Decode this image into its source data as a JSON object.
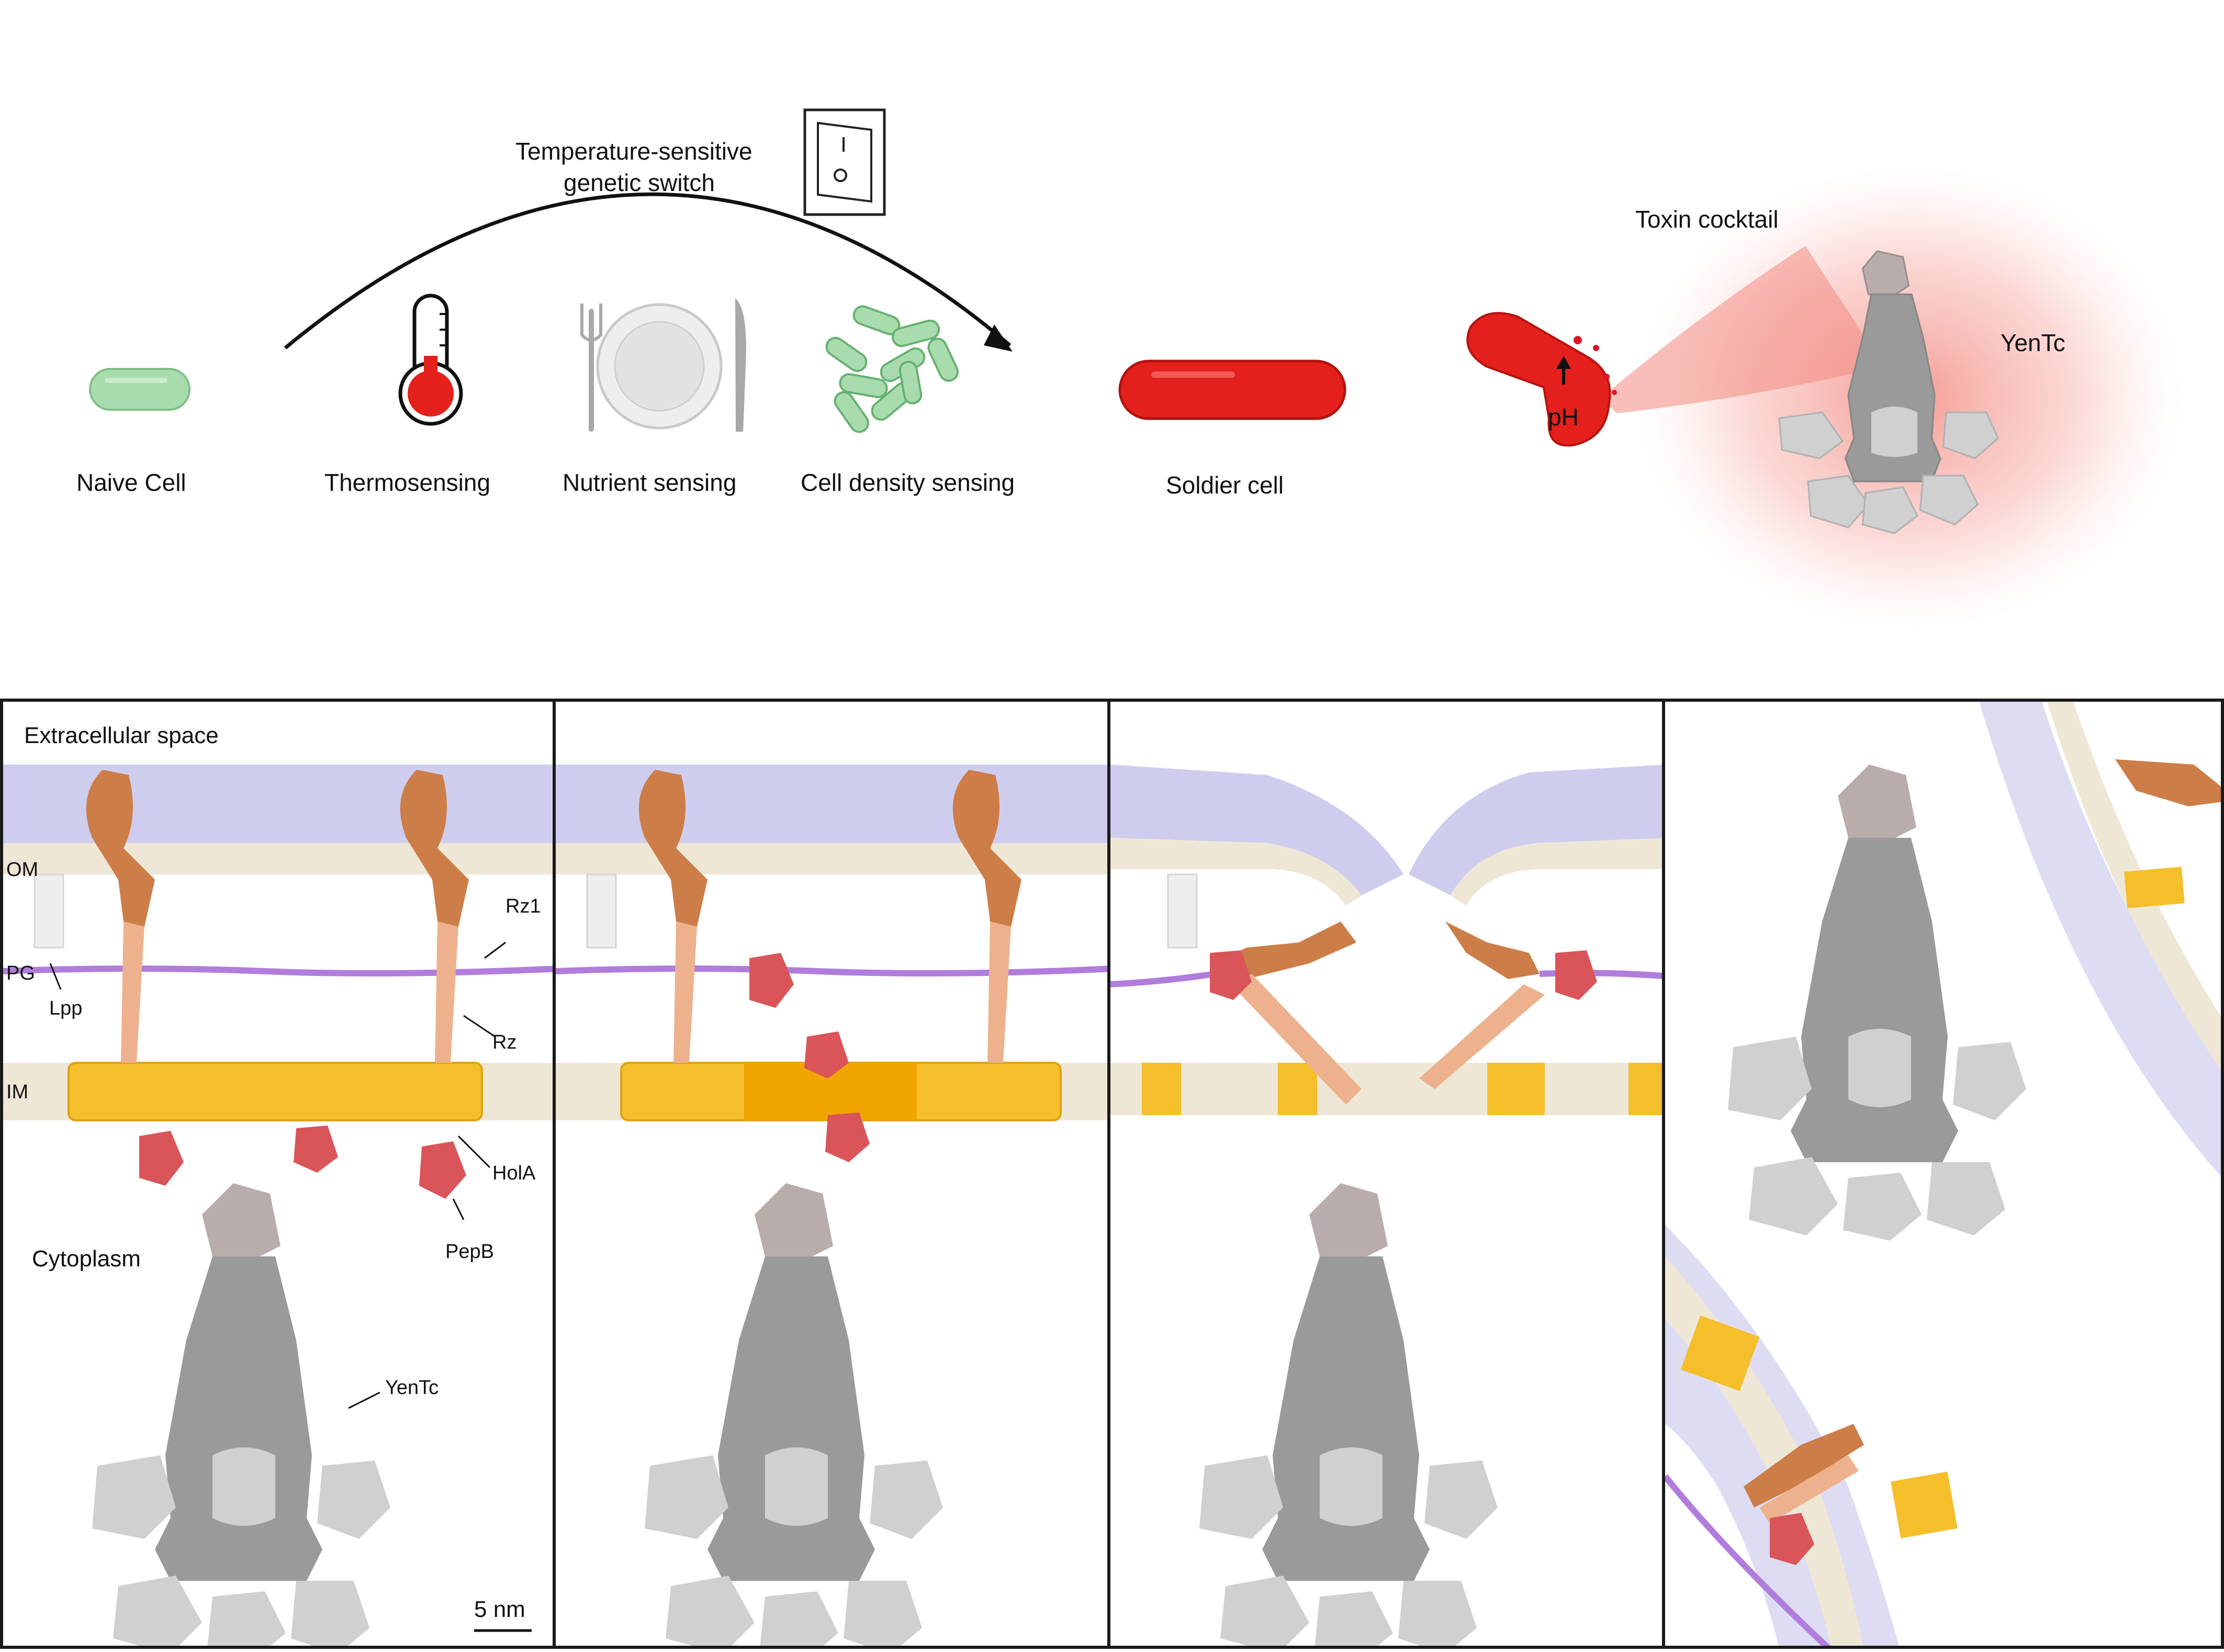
{
  "top": {
    "switch_label_line1": "Temperature-sensitive",
    "switch_label_line2": "genetic switch",
    "switch_icon_text": "I",
    "stages": [
      "Naive Cell",
      "Thermosensing",
      "Nutrient sensing",
      "Cell density sensing",
      "Soldier cell"
    ],
    "toxin_label": "Toxin cocktail",
    "yentc_label": "YenTc",
    "ph_label": "pH"
  },
  "bottom": {
    "extracellular": "Extracellular space",
    "cytoplasm": "Cytoplasm",
    "om": "OM",
    "pg": "PG",
    "im": "IM",
    "lpp": "Lpp",
    "rz1": "Rz1",
    "rz": "Rz",
    "hola": "HolA",
    "pepb": "PepB",
    "yentc": "YenTc",
    "scale": "5 nm"
  },
  "colors": {
    "naive": "#a8dcae",
    "soldier": "#e3201b",
    "toxin": "#f28b82",
    "om": "#cfcdee",
    "membrane": "#efe7d6",
    "pg": "#b07ddc",
    "holin": "#f5be2b",
    "rz1": "#cd7d47",
    "rz": "#edb28d",
    "pepb": "#d9555a",
    "yentc_dark": "#9a9a9a",
    "yentc_light": "#d0d0d0",
    "yentc_cap": "#b9adac"
  }
}
